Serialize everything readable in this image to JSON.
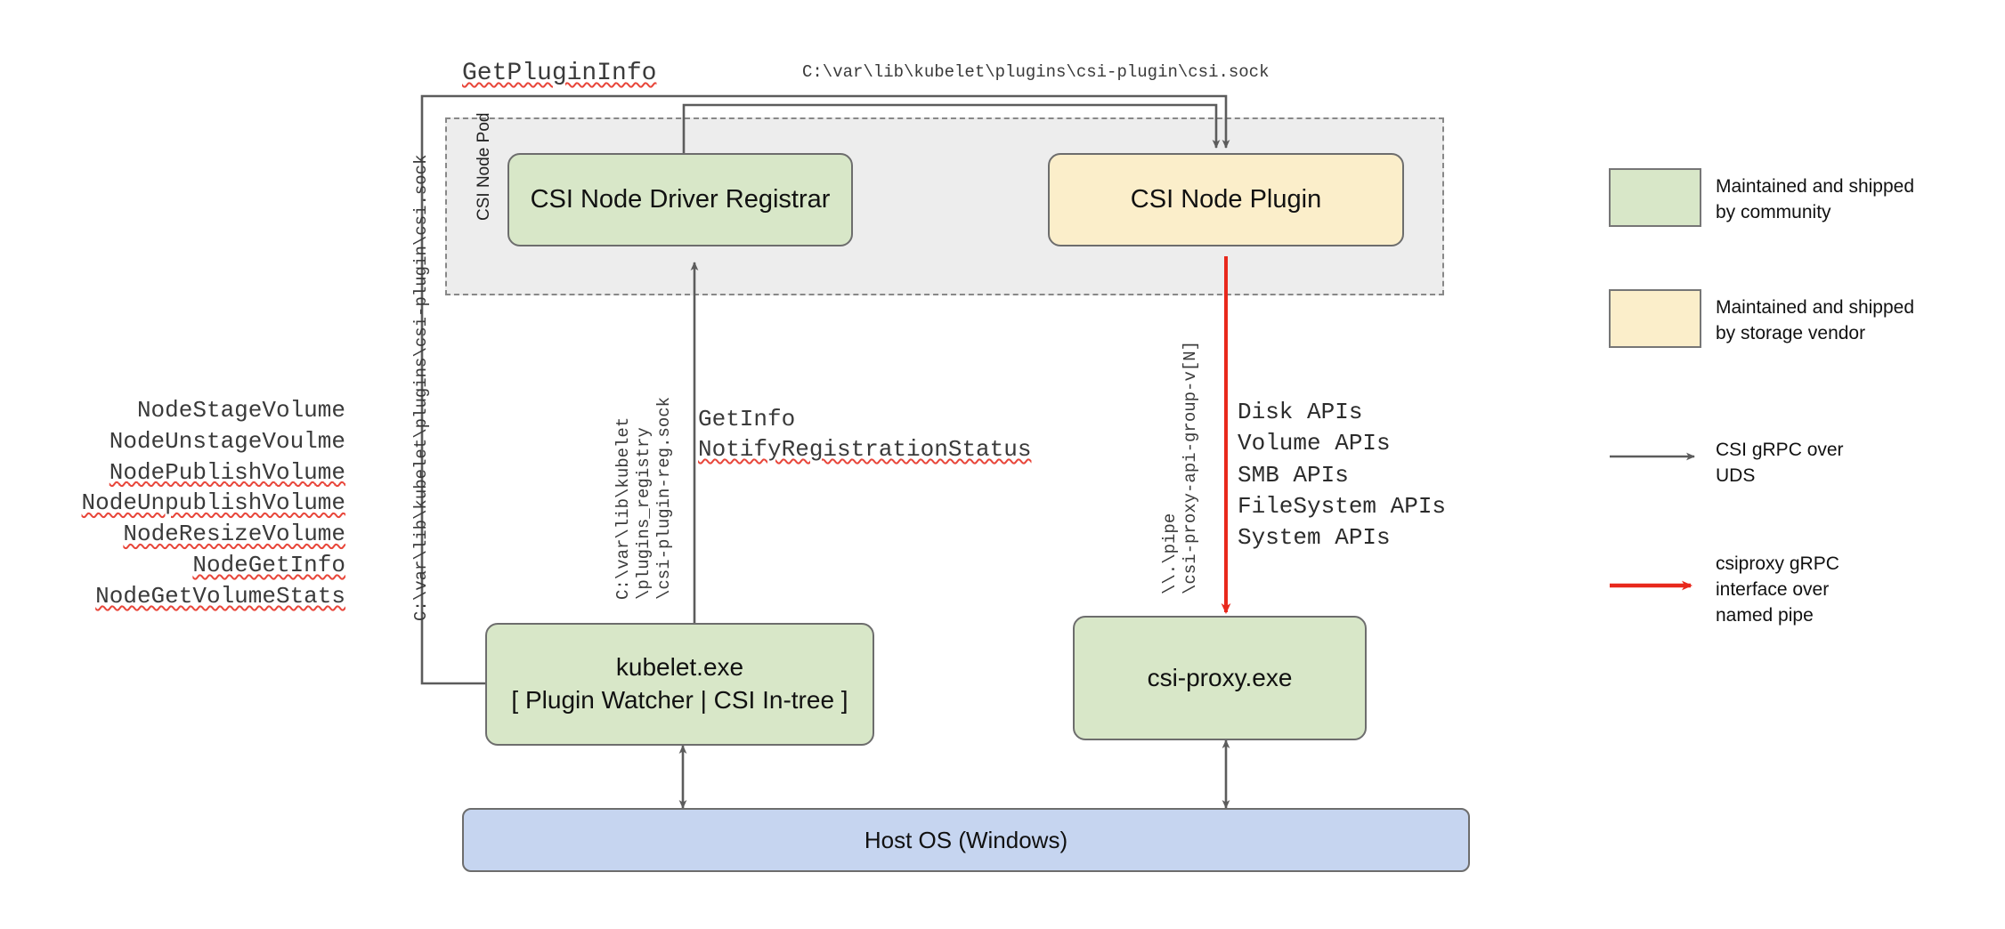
{
  "diagram": {
    "title_labels": {
      "get_plugin_info": "GetPluginInfo",
      "csi_sock_path_top": "C:\\var\\lib\\kubelet\\plugins\\csi-plugin\\csi.sock",
      "csi_sock_path_vertical": "C:\\var\\lib\\kubelet\\plugins\\csi-plugin\\csi.sock",
      "registry_sock_path": "C:\\var\\lib\\kubelet\n\\plugins_registry\n\\csi-plugin-reg.sock",
      "registry_sock_line1": "C:\\var\\lib\\kubelet",
      "registry_sock_line2": "\\plugins_registry",
      "registry_sock_line3": "\\csi-plugin-reg.sock",
      "named_pipe_line1": "\\\\.\\pipe",
      "named_pipe_line2": "\\csi-proxy-api-group-v[N]",
      "get_info": "GetInfo",
      "notify_registration_status": "NotifyRegistrationStatus"
    },
    "pod": {
      "label": "CSI Node Pod"
    },
    "nodes": [
      {
        "id": "csi-node-driver-registrar",
        "label": "CSI Node Driver Registrar",
        "color": "green"
      },
      {
        "id": "csi-node-plugin",
        "label": "CSI Node Plugin",
        "color": "yellow"
      },
      {
        "id": "kubelet-exe",
        "label": "kubelet.exe\n[ Plugin Watcher | CSI In-tree ]",
        "line1": "kubelet.exe",
        "line2": "[ Plugin Watcher | CSI In-tree ]",
        "color": "green"
      },
      {
        "id": "csi-proxy-exe",
        "label": "csi-proxy.exe",
        "color": "green"
      },
      {
        "id": "host-os",
        "label": "Host OS (Windows)",
        "color": "blue"
      }
    ],
    "node_operations": [
      "NodeStageVolume",
      "NodeUnstageVoulme",
      "NodePublishVolume",
      "NodeUnpublishVolume",
      "NodeResizeVolume",
      "NodeGetInfo",
      "NodeGetVolumeStats"
    ],
    "csi_proxy_apis": [
      "Disk APIs",
      "Volume APIs",
      "SMB APIs",
      "FileSystem APIs",
      "System APIs"
    ],
    "legend": [
      {
        "type": "swatch",
        "color": "#d8e7c8",
        "text": "Maintained and shipped\nby community"
      },
      {
        "type": "swatch",
        "color": "#fbeeca",
        "text": "Maintained and shipped\nby storage vendor"
      },
      {
        "type": "arrow",
        "color": "#5c5c5c",
        "text": "CSI gRPC over\nUDS"
      },
      {
        "type": "arrow",
        "color": "#e8281c",
        "text": "csiproxy gRPC\ninterface over\nnamed pipe"
      }
    ],
    "colors": {
      "community_green": "#d8e7c8",
      "vendor_yellow": "#fbeeca",
      "host_blue": "#c6d5f0",
      "pod_grey": "#ededed",
      "stroke_grey": "#5c5c5c",
      "arrow_red": "#e8281c",
      "spellcheck_red": "#e8463a"
    }
  }
}
